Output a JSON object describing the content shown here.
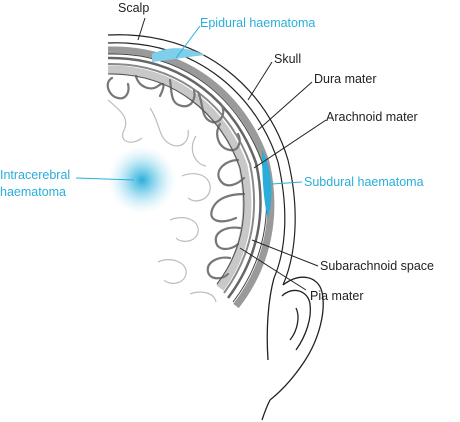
{
  "labels": {
    "scalp": "Scalp",
    "epidural": "Epidural haematoma",
    "skull": "Skull",
    "dura": "Dura mater",
    "arachnoid": "Arachnoid mater",
    "intracerebral_line1": "Intracerebral",
    "intracerebral_line2": "haematoma",
    "subdural": "Subdural haematoma",
    "subarachnoid": "Subarachnoid space",
    "pia": "Pia mater"
  },
  "colors": {
    "text": "#222222",
    "haematoma": "#2aaed9",
    "bone": "#9a9a9a",
    "membrane": "#6e6e6e",
    "cortex": "#c8c8c8"
  }
}
